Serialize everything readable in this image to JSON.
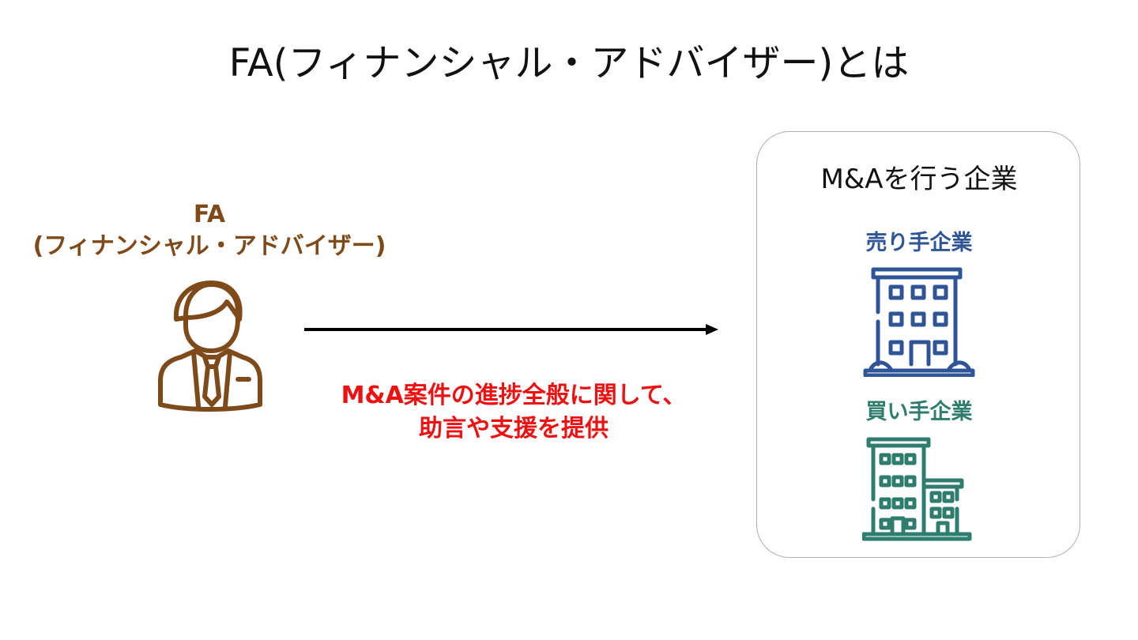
{
  "title": "FA(フィナンシャル・アドバイザー)とは",
  "fa": {
    "label_line1": "FA",
    "label_line2": "(フィナンシャル・アドバイザー)",
    "color": "#7f4a1a",
    "icon": "person-icon"
  },
  "relation": {
    "arrow_color": "#000000",
    "description_line1": "M&A案件の進捗全般に関して、",
    "description_line2": "助言や支援を提供",
    "color": "#ee1111"
  },
  "companies": {
    "title": "M&Aを行う企業",
    "seller": {
      "label": "売り手企業",
      "color": "#2f5597",
      "icon": "building-icon"
    },
    "buyer": {
      "label": "買い手企業",
      "color": "#2e7d6e",
      "icon": "buildings-icon"
    }
  }
}
